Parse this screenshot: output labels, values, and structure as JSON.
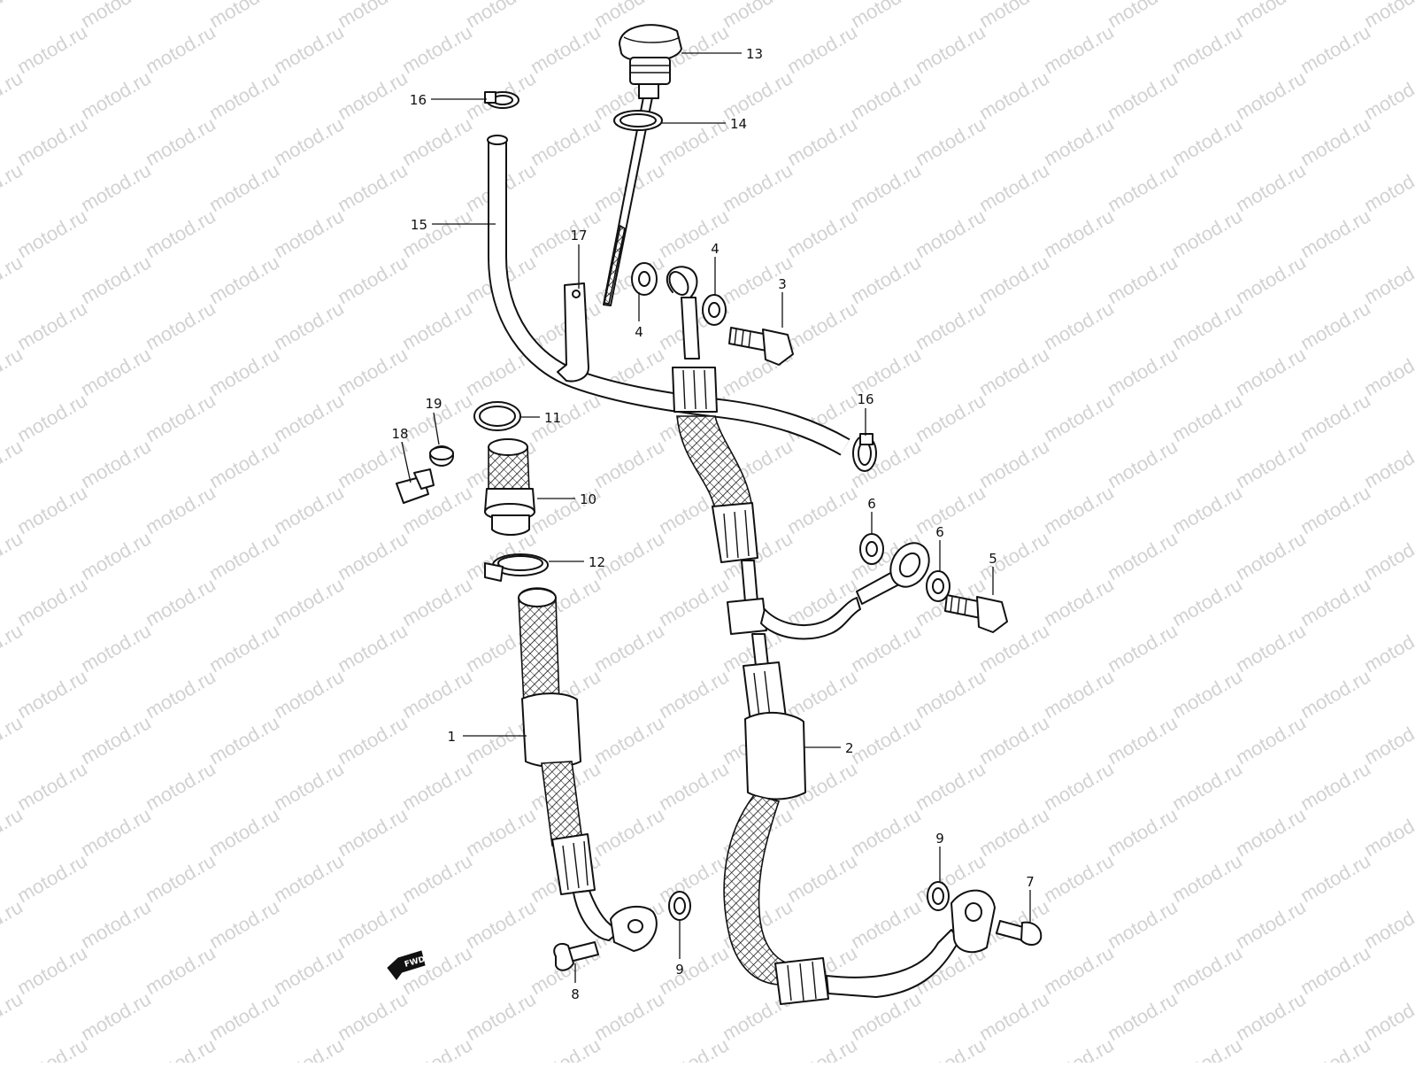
{
  "watermark": "motod.ru",
  "direction_badge": "FWD",
  "callouts": [
    {
      "id": "c1",
      "text": "1"
    },
    {
      "id": "c2",
      "text": "2"
    },
    {
      "id": "c3",
      "text": "3"
    },
    {
      "id": "c4a",
      "text": "4"
    },
    {
      "id": "c4b",
      "text": "4"
    },
    {
      "id": "c5",
      "text": "5"
    },
    {
      "id": "c6a",
      "text": "6"
    },
    {
      "id": "c6b",
      "text": "6"
    },
    {
      "id": "c7",
      "text": "7"
    },
    {
      "id": "c8",
      "text": "8"
    },
    {
      "id": "c9a",
      "text": "9"
    },
    {
      "id": "c9b",
      "text": "9"
    },
    {
      "id": "c10",
      "text": "10"
    },
    {
      "id": "c11",
      "text": "11"
    },
    {
      "id": "c12",
      "text": "12"
    },
    {
      "id": "c13",
      "text": "13"
    },
    {
      "id": "c14",
      "text": "14"
    },
    {
      "id": "c15",
      "text": "15"
    },
    {
      "id": "c16a",
      "text": "16"
    },
    {
      "id": "c16b",
      "text": "16"
    },
    {
      "id": "c17",
      "text": "17"
    },
    {
      "id": "c18",
      "text": "18"
    },
    {
      "id": "c19",
      "text": "19"
    }
  ],
  "colors": {
    "ink": "#111111",
    "watermark": "#d2d2d2",
    "background": "#ffffff"
  }
}
